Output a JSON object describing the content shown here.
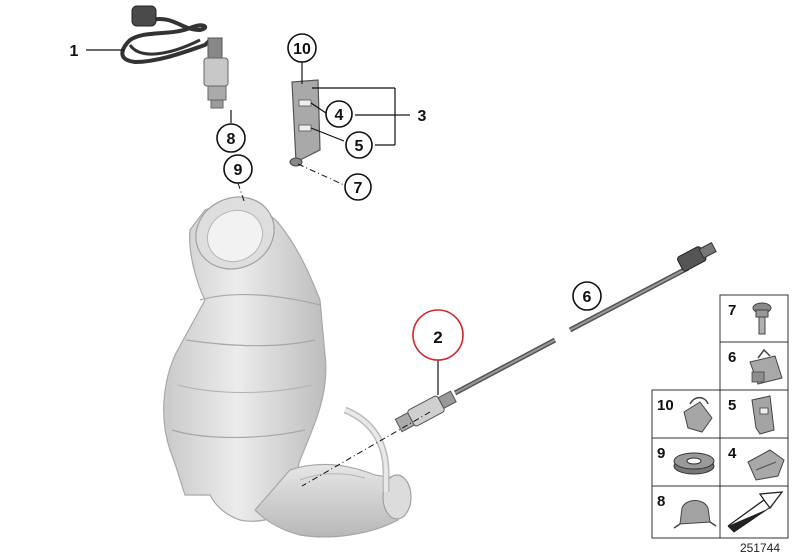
{
  "callouts": {
    "c1": "1",
    "c2": "2",
    "c3": "3",
    "c4": "4",
    "c5": "5",
    "c6": "6",
    "c7": "7",
    "c8": "8",
    "c9": "9",
    "c10": "10"
  },
  "parts_table": {
    "r1": "7",
    "r2": "6",
    "r3a": "10",
    "r3b": "5",
    "r4a": "9",
    "r4b": "4",
    "r5": "8"
  },
  "document_number": "251744",
  "highlight_color": "#d0262e"
}
